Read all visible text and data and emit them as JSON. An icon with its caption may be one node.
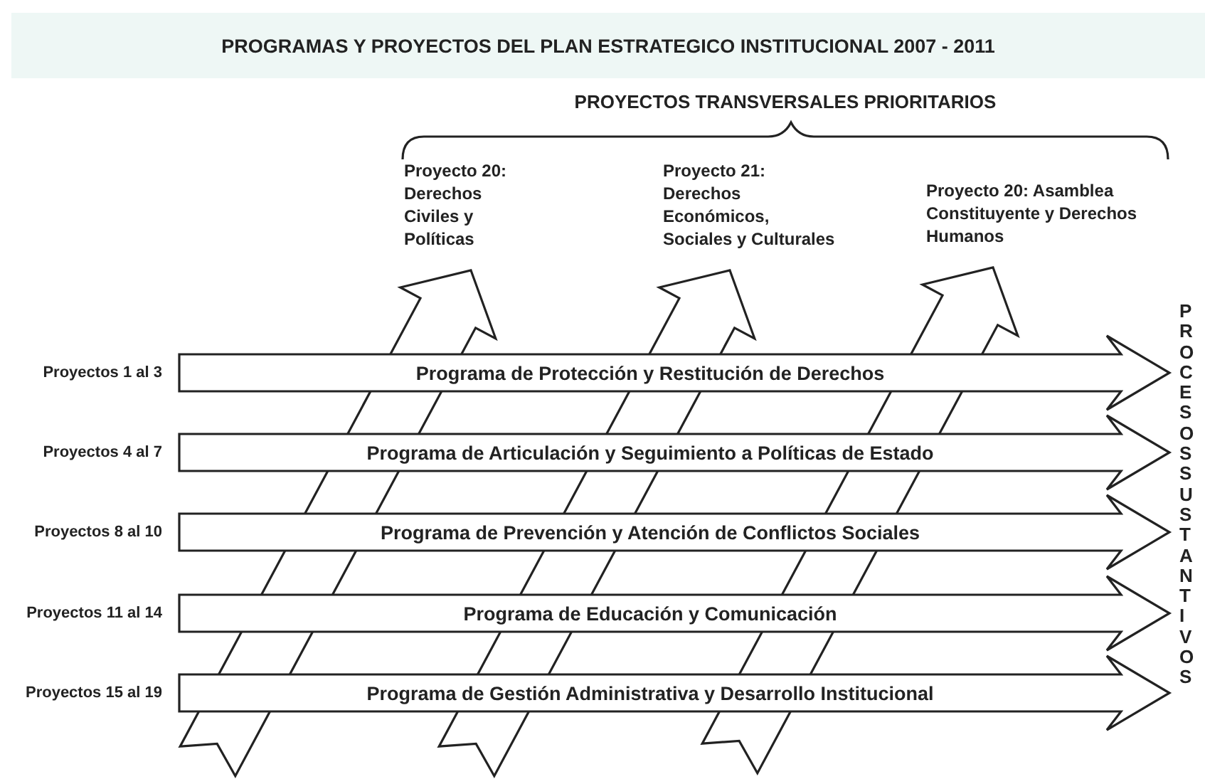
{
  "diagram": {
    "title": "PROGRAMAS Y PROYECTOS DEL PLAN ESTRATEGICO INSTITUCIONAL 2007 - 2011",
    "nodes": [
      {
        "text": [
          "Proyecto 20: Derechos Civiles y Políticas"
        ]
      },
      {
        "text": [
          "Proyecto 21: Derechos Económicos, Sociales y Culturales"
        ]
      },
      {
        "text": [
          "Proyecto 20: Asamblea Constituyente y Derechos Humanos"
        ]
      },
      {
        "text": [
          "Programa de Protección y Restitución de Derechos"
        ],
        "beside": [
          "Proyectos 1 al 3"
        ]
      },
      {
        "text": [
          "Programa de Articulación y Seguimiento a Políticas de Estado"
        ],
        "beside": [
          "Proyectos 4 al 7"
        ]
      },
      {
        "text": [
          "Programa de Prevención y Atención de Conflictos Sociales"
        ],
        "beside": [
          "Proyectos 8 al 10"
        ]
      },
      {
        "text": [
          "Programa de Educación y Comunicación"
        ],
        "beside": [
          "Proyectos 11 al 14"
        ]
      },
      {
        "text": [
          "Programa de Gestión Administrativa y Desarrollo Institucional"
        ],
        "beside": [
          "Proyectos 15 al 19"
        ]
      }
    ],
    "edges": [
      {
        "from": null,
        "to": 0,
        "arrow": "to",
        "style": "thick"
      },
      {
        "from": null,
        "to": 1,
        "arrow": "to",
        "style": "thick"
      },
      {
        "from": null,
        "to": 2,
        "arrow": "to",
        "style": "thick"
      }
    ],
    "labels": [
      "PROYECTOS TRANSVERSALES PRIORITARIOS",
      "PROCESOS SUSTANTIVOS"
    ]
  }
}
